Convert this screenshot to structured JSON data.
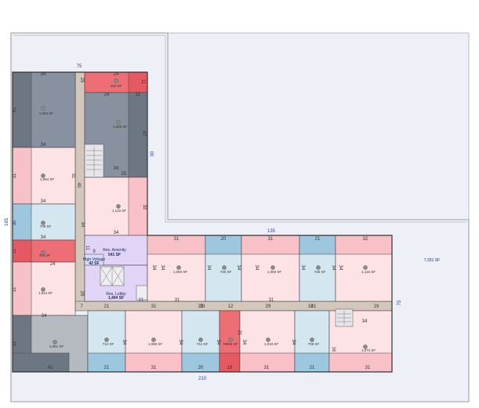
{
  "colors": {
    "background": "#eef0f7",
    "corridor": "#d3c7bb",
    "grey": "#8791a0",
    "grey_dark": "#6d7683",
    "grey_light": "#b5b9c0",
    "pink": "#fde3e6",
    "pink_bay": "#f7c1c7",
    "red": "#ee6e75",
    "blue": "#d4e6f0",
    "blue_bay": "#9cc7de",
    "purple": "#e1d4f7",
    "outline": "#444444",
    "dim_blue": "#2b3bbf"
  },
  "building_dims": {
    "top": "75",
    "left": "165",
    "right_wing": "90",
    "wing_top": "135",
    "right": "75",
    "bottom": "210"
  },
  "common": {
    "amenity": {
      "name": "Res. Amenity",
      "area": "541 SF"
    },
    "high_voltage": {
      "name": "High Voltage",
      "area": "42 SF"
    },
    "lobby": {
      "name": "Res. Lobby",
      "area": "1,494 SF"
    },
    "courtyard": {
      "area": "7,331 SF"
    }
  },
  "units": [
    {
      "area": "423 SF"
    },
    {
      "area": "1,653 SF"
    },
    {
      "area": "1,649 SF"
    },
    {
      "area": "1,064 SF"
    },
    {
      "area": "1,133 SF"
    },
    {
      "area": "709 SF"
    },
    {
      "area": "403 SF"
    },
    {
      "area": "1,614 SF"
    },
    {
      "area": "1,060 SF"
    },
    {
      "area": "720 SF"
    },
    {
      "area": "1,060 SF"
    },
    {
      "area": "720 SF"
    },
    {
      "area": "1,116 SF"
    },
    {
      "area": "1,061 SF"
    },
    {
      "area": "712 SF"
    },
    {
      "area": "1,068 SF"
    },
    {
      "area": "712 SF"
    },
    {
      "area": "405 SF"
    },
    {
      "area": "1,018 SF"
    },
    {
      "area": "709 SF"
    },
    {
      "area": "1,073 SF"
    }
  ],
  "labels": {
    "l01": "34",
    "l02": "24",
    "l03": "11",
    "l04": "24",
    "l05": "11",
    "l06": "41",
    "l07": "47",
    "l08": "34",
    "l09": "34",
    "l10": "25",
    "l11": "31",
    "l12": "31",
    "l13": "32",
    "l14": "34",
    "l15": "34",
    "l16": "30",
    "l17": "34",
    "l18": "11",
    "l19": "24",
    "l20": "31",
    "l21": "31",
    "l22": "20",
    "l23": "31",
    "l24": "21",
    "l25": "32",
    "l26": "34",
    "l27": "34",
    "l28": "34",
    "l29": "34",
    "l30": "34",
    "l31": "34",
    "l32": "34",
    "l33": "34",
    "l34": "21",
    "l35": "31",
    "l36": "21",
    "l37": "31",
    "l38": "21",
    "l39": "19",
    "l40": "12",
    "l41": "34",
    "l42": "21",
    "l43": "31",
    "l44": "29",
    "l45": "29",
    "l46": "18",
    "l47": "31",
    "l48": "31",
    "l49": "34",
    "l50": "34",
    "l51": "34",
    "l52": "34",
    "l53": "34",
    "l54": "41",
    "l55": "21",
    "l56": "31",
    "l57": "20",
    "l58": "18",
    "l59": "31",
    "l60": "21",
    "l61": "34",
    "l62": "9",
    "l63": "7",
    "l64": "11",
    "l65": "29",
    "l66": "34",
    "l67": "40",
    "l68": "25",
    "l69": "3",
    "l70": "21",
    "l71": "16"
  }
}
